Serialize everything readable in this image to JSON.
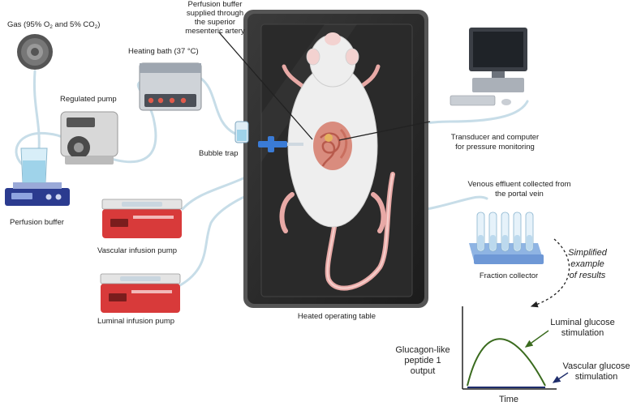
{
  "labels": {
    "gas_a": "Gas (95% O",
    "gas_b": "2",
    "gas_c": " and 5% CO",
    "gas_d": "2",
    "gas_e": ")",
    "heating_bath": "Heating bath (37 °C)",
    "regulated_pump": "Regulated pump",
    "perfusion_buffer": "Perfusion buffer",
    "bubble_trap": "Bubble trap",
    "artery_line1": "Perfusion buffer",
    "artery_line2": "supplied through",
    "artery_line3": "the superior",
    "artery_line4": "mesenteric artery",
    "transducer_line1": "Transducer and computer",
    "transducer_line2": "for pressure monitoring",
    "venous_line1": "Venous effluent collected from",
    "venous_line2": "the portal vein",
    "fraction_collector": "Fraction collector",
    "vascular_pump": "Vascular infusion pump",
    "luminal_pump": "Luminal infusion pump",
    "operating_table": "Heated operating table",
    "simplified_line1": "Simplified",
    "simplified_line2": "example",
    "simplified_line3": "of results"
  },
  "chart_data": {
    "type": "line",
    "xlabel": "Time",
    "ylabel_lines": [
      "Glucagon-like",
      "peptide 1",
      "output"
    ],
    "series": [
      {
        "name": "Luminal glucose stimulation",
        "name_lines": [
          "Luminal glucose",
          "stimulation"
        ],
        "color": "#3a6b1e",
        "shape": "bell"
      },
      {
        "name": "Vascular glucose stimulation",
        "name_lines": [
          "Vascular  glucose",
          "stimulation"
        ],
        "color": "#1e2d6b",
        "shape": "flat"
      }
    ]
  },
  "colors": {
    "tube": "#c7dde8",
    "pump_red": "#d83a3a",
    "table_dark": "#2b2b2b",
    "rat_body": "#eeeeee",
    "tail": "#e8a9a6"
  }
}
